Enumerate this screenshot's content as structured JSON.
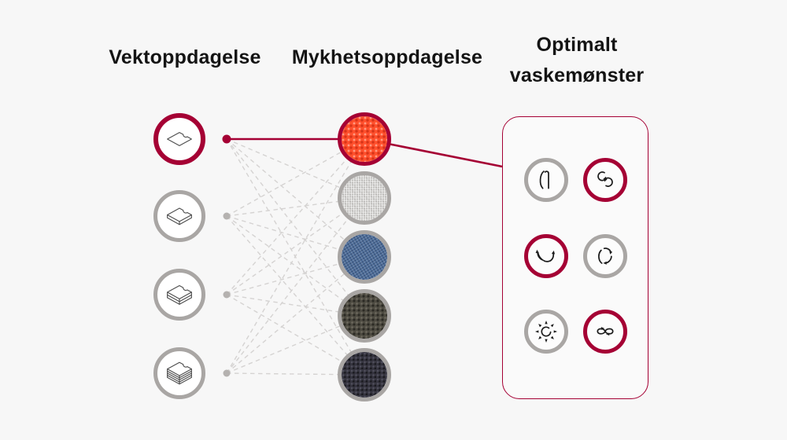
{
  "colors": {
    "accent": "#a50034",
    "ring_gray": "#a9a6a4",
    "dot_gray": "#b5b2b0",
    "line_dashed": "#d5d3d2",
    "text": "#141414",
    "background": "#f7f7f7",
    "panel_bg": "#fafafa"
  },
  "headers": {
    "weight": "Vektoppdagelse",
    "softness": "Mykhetsoppdagelse",
    "optimal_line1": "Optimalt",
    "optimal_line2": "vaskemønster"
  },
  "weight_nodes": [
    {
      "id": "w1",
      "icon": "fabric-single-sheet-icon",
      "highlighted": true
    },
    {
      "id": "w2",
      "icon": "fabric-thin-stack-icon",
      "highlighted": false
    },
    {
      "id": "w3",
      "icon": "fabric-double-stack-icon",
      "highlighted": false
    },
    {
      "id": "w4",
      "icon": "fabric-thick-stack-icon",
      "highlighted": false
    }
  ],
  "fabric_nodes": [
    {
      "id": "f1",
      "texture": "orange-knit",
      "base_color": "#ff4f2c",
      "highlighted": true
    },
    {
      "id": "f2",
      "texture": "light-gray-linen",
      "base_color": "#d8d7d5",
      "highlighted": false
    },
    {
      "id": "f3",
      "texture": "blue-denim",
      "base_color": "#4f6e99",
      "highlighted": false
    },
    {
      "id": "f4",
      "texture": "dark-olive-weave",
      "base_color": "#4e4b42",
      "highlighted": false
    },
    {
      "id": "f5",
      "texture": "dark-navy-knit",
      "base_color": "#35343f",
      "highlighted": false
    }
  ],
  "wash_patterns": [
    {
      "id": "p1",
      "icon": "tumble-motion-icon",
      "highlighted": false
    },
    {
      "id": "p2",
      "icon": "rolling-motion-icon",
      "highlighted": true
    },
    {
      "id": "p3",
      "icon": "swing-motion-icon",
      "highlighted": true
    },
    {
      "id": "p4",
      "icon": "stepping-motion-icon",
      "highlighted": false
    },
    {
      "id": "p5",
      "icon": "scrubbing-motion-icon",
      "highlighted": false
    },
    {
      "id": "p6",
      "icon": "filtration-motion-icon",
      "highlighted": true
    }
  ],
  "connections": {
    "solid": [
      {
        "from": "w1",
        "to": "f1"
      },
      {
        "from": "f1",
        "to": "panel"
      }
    ],
    "dashed": [
      [
        "w1",
        "f2"
      ],
      [
        "w1",
        "f3"
      ],
      [
        "w1",
        "f4"
      ],
      [
        "w1",
        "f5"
      ],
      [
        "w2",
        "f1"
      ],
      [
        "w2",
        "f2"
      ],
      [
        "w2",
        "f3"
      ],
      [
        "w2",
        "f4"
      ],
      [
        "w2",
        "f5"
      ],
      [
        "w3",
        "f1"
      ],
      [
        "w3",
        "f2"
      ],
      [
        "w3",
        "f3"
      ],
      [
        "w3",
        "f4"
      ],
      [
        "w3",
        "f5"
      ],
      [
        "w4",
        "f1"
      ],
      [
        "w4",
        "f2"
      ],
      [
        "w4",
        "f3"
      ],
      [
        "w4",
        "f4"
      ],
      [
        "w4",
        "f5"
      ]
    ]
  }
}
